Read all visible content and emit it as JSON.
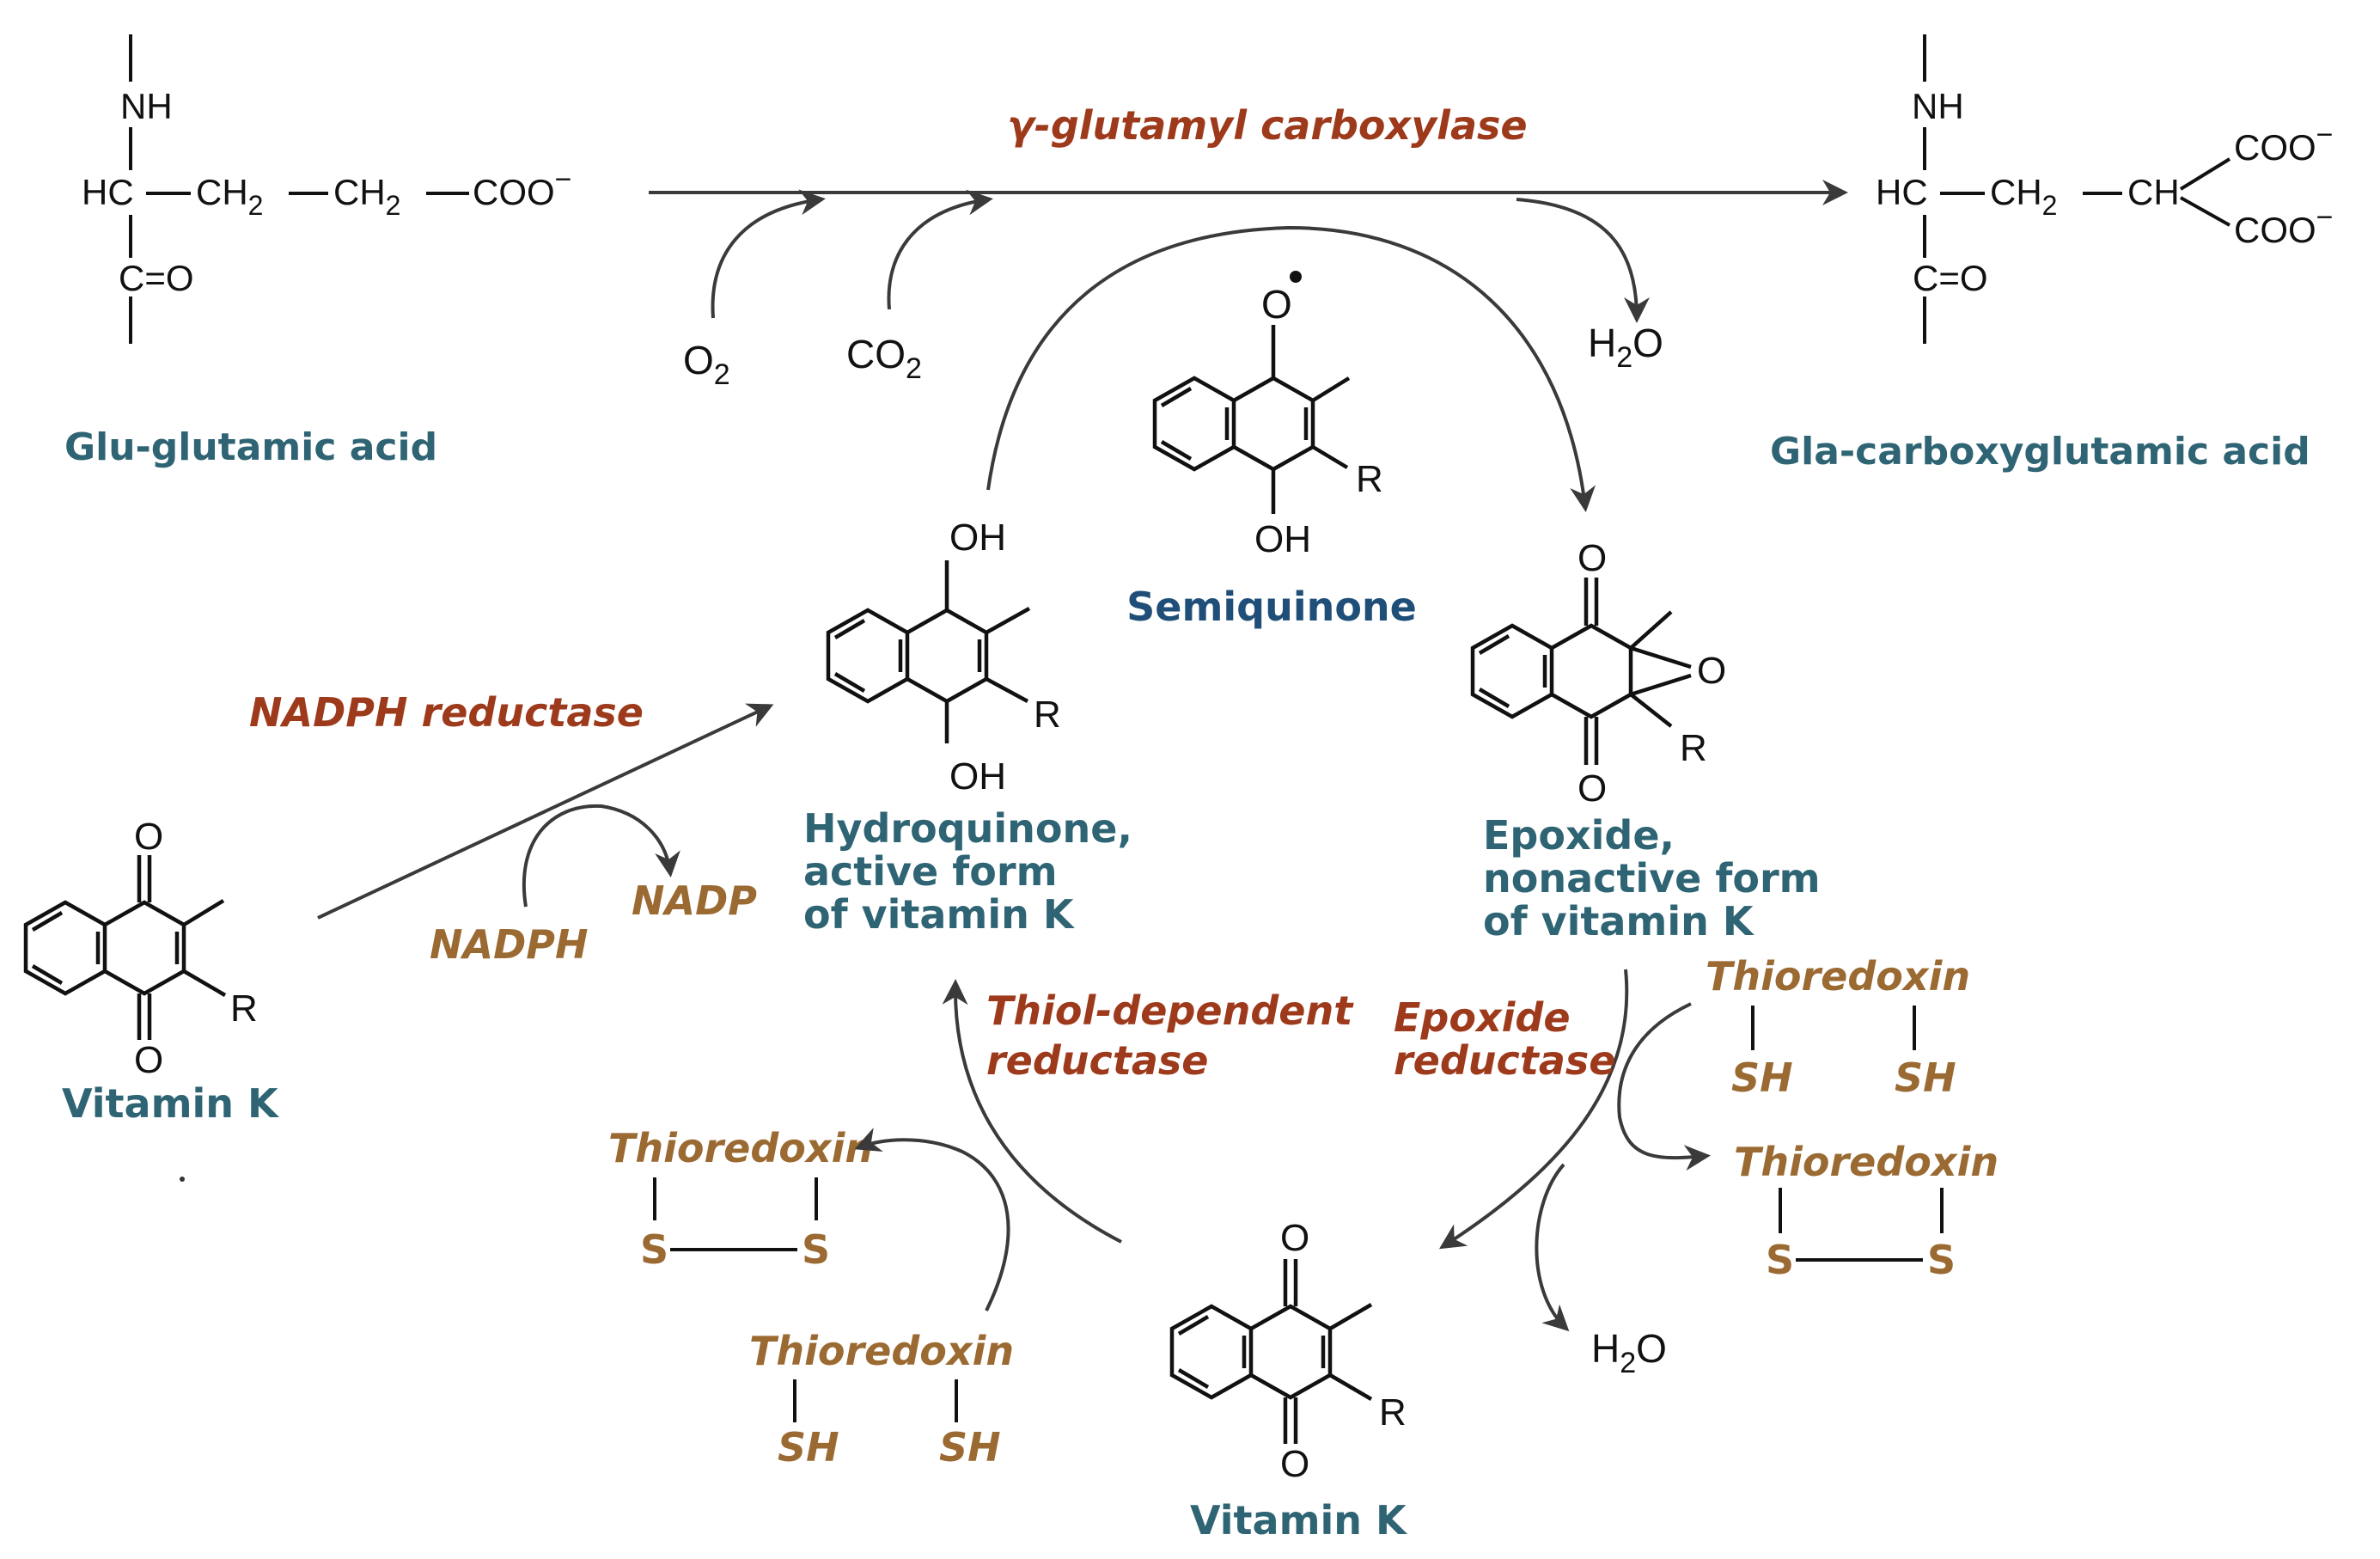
{
  "colors": {
    "compound": "#2e6473",
    "semiquinone": "#1f4f78",
    "enzyme": "#9e3a1c",
    "cofactor": "#9a6a32",
    "structure": "#111111",
    "arrow": "#3a3a3a"
  },
  "enzymes": {
    "carboxylase": "γ-glutamyl carboxylase",
    "nadph_reductase": "NADPH reductase",
    "thiol_reductase_l1": "Thiol-dependent",
    "thiol_reductase_l2": "reductase",
    "epoxide_reductase_l1": "Epoxide",
    "epoxide_reductase_l2": "reductase"
  },
  "compounds": {
    "glu": "Glu-glutamic acid",
    "gla": "Gla-carboxyglutamic acid",
    "semiquinone": "Semiquinone",
    "hydroquinone_l1": "Hydroquinone,",
    "hydroquinone_l2": "active form",
    "hydroquinone_l3": "of vitamin K",
    "epoxide_l1": "Epoxide,",
    "epoxide_l2": "nonactive form",
    "epoxide_l3": "of vitamin K",
    "vitk_left": "Vitamin K",
    "vitk_bottom": "Vitamin K"
  },
  "cofactors": {
    "nadph": "NADPH",
    "nadp": "NADP",
    "thioredoxin": "Thioredoxin",
    "sh": "SH",
    "s": "S"
  },
  "molecules": {
    "o2": "O",
    "o2_sub": "2",
    "co2": "CO",
    "co2_sub": "2",
    "h2o_pre": "H",
    "h2o_sub": "2",
    "h2o_post": "O",
    "nh": "NH",
    "hc": "HC",
    "ch2": "CH",
    "ch2_sub": "2",
    "ch": "CH",
    "coo": "COO",
    "coo_minus": "−",
    "co": "C=O",
    "oh": "OH",
    "o": "O",
    "r": "R"
  }
}
